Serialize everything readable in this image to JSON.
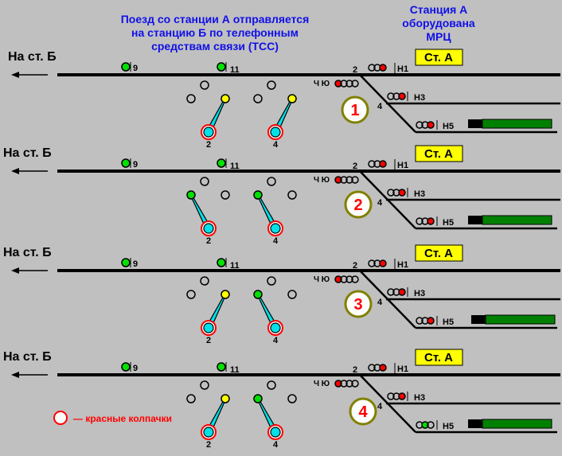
{
  "header": {
    "left_caption_lines": [
      "Поезд со станции А отправляется",
      "на станцию Б по телефонным",
      "средствам связи (ТСС)"
    ],
    "right_caption_lines": [
      "Станция А",
      "оборудована",
      "МРЦ"
    ]
  },
  "legend": {
    "label": "— красные колпачки"
  },
  "colors": {
    "background": "#c0c0c0",
    "track": "#000000",
    "lamp_green": "#00e000",
    "lamp_red": "#ff0000",
    "lamp_yellow": "#ffff00",
    "handle": "#00e0e8",
    "cap_ring": "#ff0000",
    "station_box": "#ffff00",
    "step_circle_border": "#808000",
    "step_number": "#ff0000",
    "track_bar": "#008000",
    "caption_blue": "#1010e8"
  },
  "panels": [
    {
      "step": "1",
      "direction_label": "На ст. Б",
      "station_label": "Ст. А",
      "signal_9": {
        "label": "9",
        "lamp": "green"
      },
      "signal_11": {
        "label": "11",
        "lamp": "green"
      },
      "switch_2_label": "2",
      "switch_4_label": "4",
      "ch_signal_label": "Ч Ю",
      "ch_signal_lamps": [
        "red",
        "off",
        "off",
        "off"
      ],
      "h1": {
        "label": "Н1",
        "lamps": [
          "off",
          "off",
          "red"
        ]
      },
      "h3": {
        "label": "Н3",
        "lamps": [
          "off",
          "off",
          "red"
        ]
      },
      "h5": {
        "label": "Н5",
        "lamps": [
          "off",
          "off",
          "red"
        ]
      },
      "key_2": {
        "label": "2",
        "position": "right",
        "lamps": {
          "left": "off",
          "top": "off",
          "right": "yellow"
        }
      },
      "key_4": {
        "label": "4",
        "position": "right",
        "lamps": {
          "left": "off",
          "top": "off",
          "right": "yellow"
        }
      }
    },
    {
      "step": "2",
      "direction_label": "На ст. Б",
      "station_label": "Ст. А",
      "signal_9": {
        "label": "9",
        "lamp": "green"
      },
      "signal_11": {
        "label": "11",
        "lamp": "green"
      },
      "switch_2_label": "2",
      "switch_4_label": "4",
      "ch_signal_label": "Ч Ю",
      "ch_signal_lamps": [
        "red",
        "off",
        "off",
        "off"
      ],
      "h1": {
        "label": "Н1",
        "lamps": [
          "off",
          "off",
          "red"
        ]
      },
      "h3": {
        "label": "Н3",
        "lamps": [
          "off",
          "off",
          "red"
        ]
      },
      "h5": {
        "label": "Н5",
        "lamps": [
          "off",
          "off",
          "red"
        ]
      },
      "key_2": {
        "label": "2",
        "position": "left",
        "lamps": {
          "left": "green",
          "top": "off",
          "right": "off"
        }
      },
      "key_4": {
        "label": "4",
        "position": "left",
        "lamps": {
          "left": "green",
          "top": "off",
          "right": "off"
        }
      }
    },
    {
      "step": "3",
      "direction_label": "На ст. Б",
      "station_label": "Ст. А",
      "signal_9": {
        "label": "9",
        "lamp": "green"
      },
      "signal_11": {
        "label": "11",
        "lamp": "green"
      },
      "switch_2_label": "2",
      "switch_4_label": "4",
      "ch_signal_label": "Ч Ю",
      "ch_signal_lamps": [
        "red",
        "off",
        "off",
        "off"
      ],
      "h1": {
        "label": "Н1",
        "lamps": [
          "off",
          "off",
          "red"
        ]
      },
      "h3": {
        "label": "Н3",
        "lamps": [
          "off",
          "off",
          "red"
        ]
      },
      "h5": {
        "label": "Н5",
        "lamps": [
          "off",
          "off",
          "red"
        ]
      },
      "key_2": {
        "label": "2",
        "position": "right",
        "lamps": {
          "left": "off",
          "top": "off",
          "right": "yellow"
        }
      },
      "key_4": {
        "label": "4",
        "position": "left",
        "lamps": {
          "left": "green",
          "top": "off",
          "right": "off"
        }
      }
    },
    {
      "step": "4",
      "direction_label": "На ст. Б",
      "station_label": "Ст. А",
      "signal_9": {
        "label": "9",
        "lamp": "green"
      },
      "signal_11": {
        "label": "11",
        "lamp": "green"
      },
      "switch_2_label": "2",
      "switch_4_label": "4",
      "ch_signal_label": "Ч Ю",
      "ch_signal_lamps": [
        "red",
        "off",
        "off",
        "off"
      ],
      "h1": {
        "label": "Н1",
        "lamps": [
          "off",
          "off",
          "red"
        ]
      },
      "h3": {
        "label": "Н3",
        "lamps": [
          "off",
          "off",
          "red"
        ]
      },
      "h5": {
        "label": "Н5",
        "lamps": [
          "off",
          "green",
          "off"
        ]
      },
      "key_2": {
        "label": "2",
        "position": "right",
        "lamps": {
          "left": "off",
          "top": "off",
          "right": "yellow"
        }
      },
      "key_4": {
        "label": "4",
        "position": "left",
        "lamps": {
          "left": "green",
          "top": "off",
          "right": "off"
        }
      }
    }
  ]
}
